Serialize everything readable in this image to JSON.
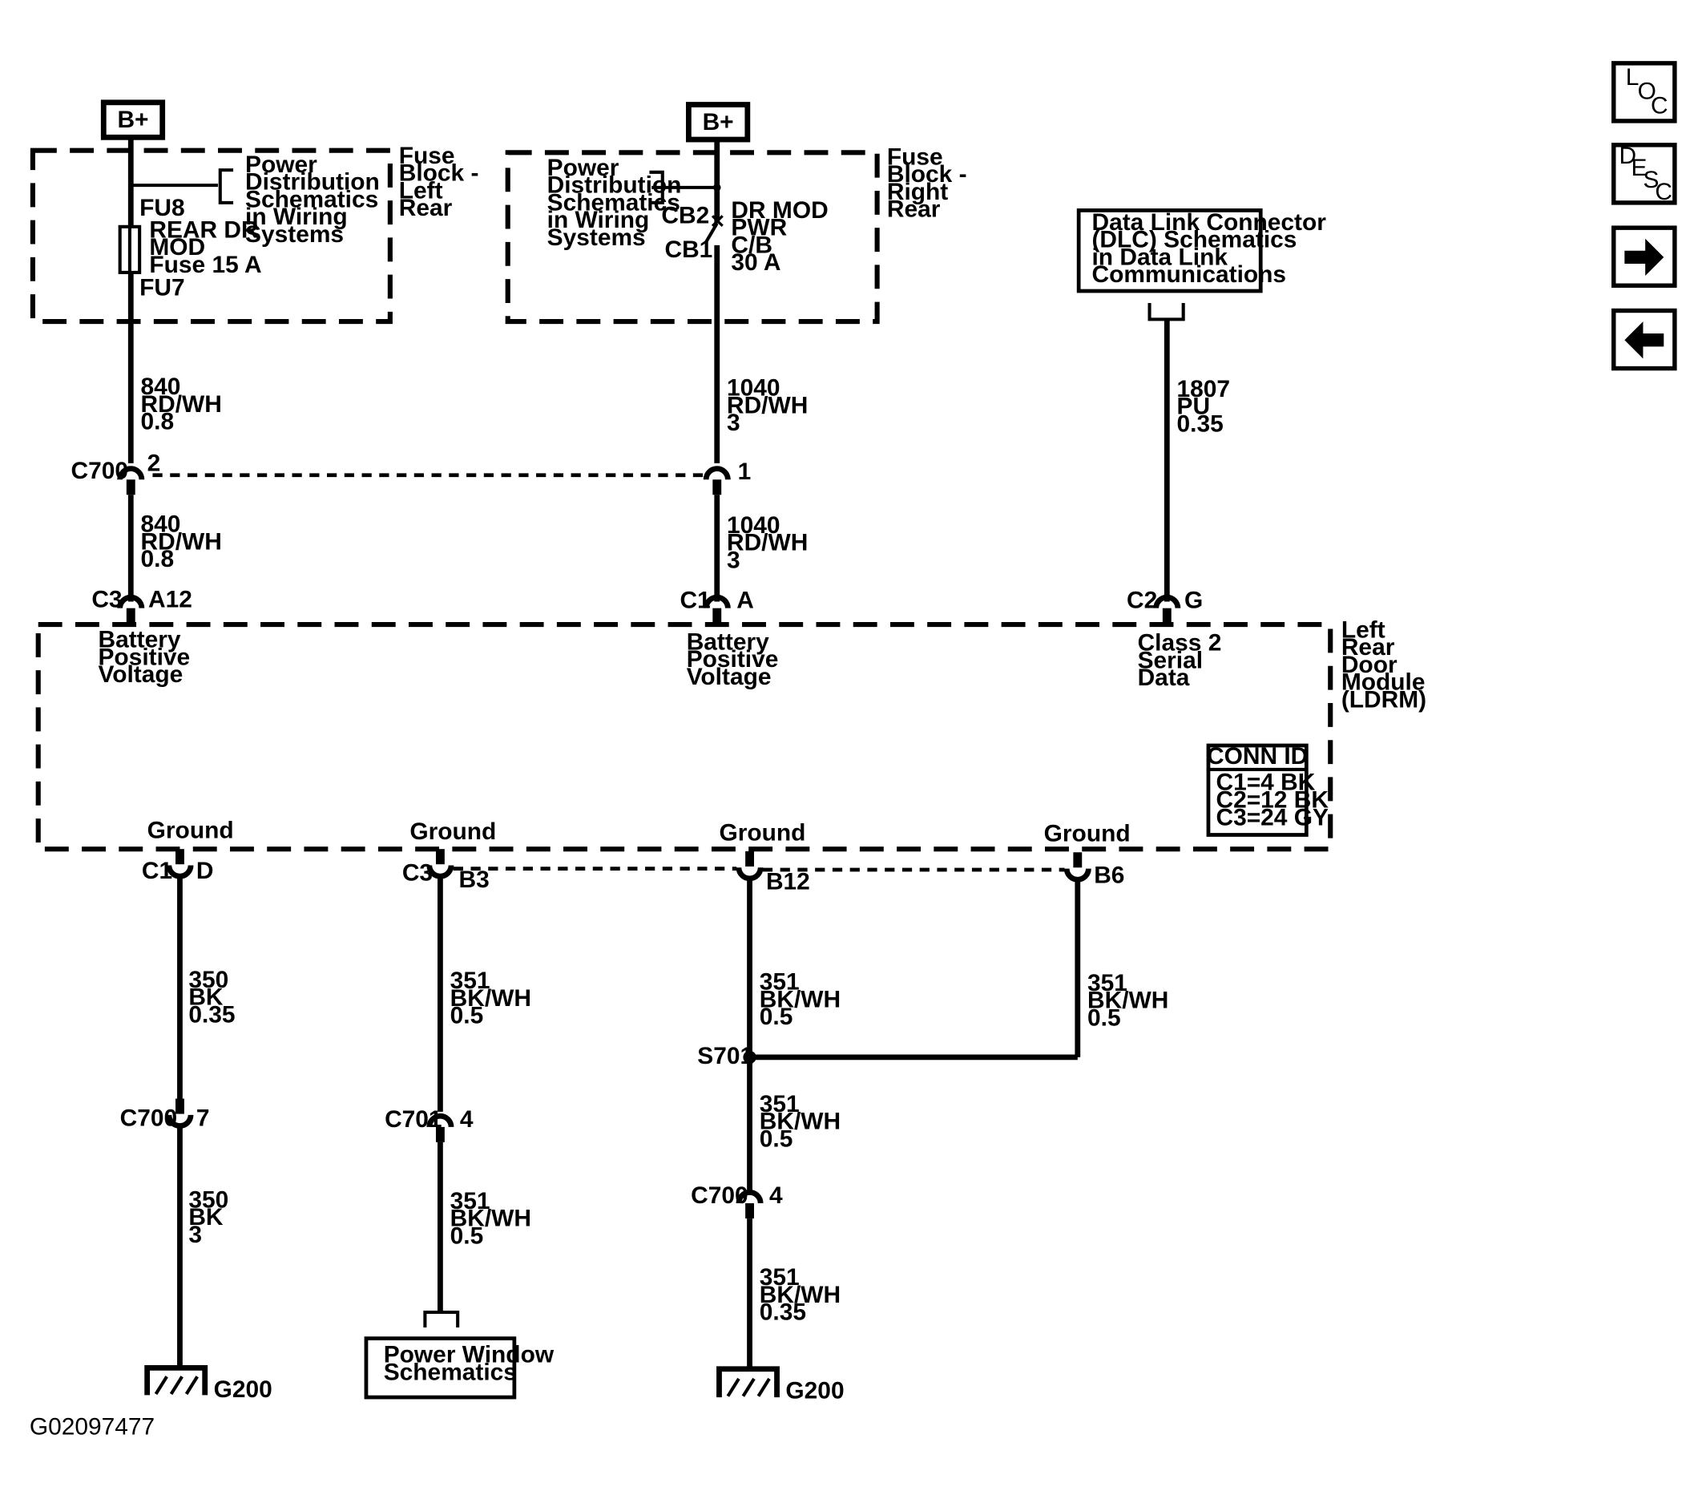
{
  "fuse_block_left": {
    "bplus": "B+",
    "name": [
      "Fuse",
      "Block -",
      "Left",
      "Rear"
    ],
    "ref": [
      "Power",
      "Distribution",
      "Schematics",
      "in Wiring",
      "Systems"
    ],
    "fuse_top": "FU8",
    "fuse_label": [
      "REAR DR",
      "MOD",
      "Fuse 15 A"
    ],
    "fuse_bottom": "FU7"
  },
  "fuse_block_right": {
    "bplus": "B+",
    "name": [
      "Fuse",
      "Block -",
      "Right",
      "Rear"
    ],
    "ref": [
      "Power",
      "Distribution",
      "Schematics",
      "in Wiring",
      "Systems"
    ],
    "cb_top": "CB2",
    "cb_bottom": "CB1",
    "cb_label": [
      "DR MOD",
      "PWR",
      "C/B",
      "30 A"
    ]
  },
  "dlc_box": [
    "Data Link Connector",
    "(DLC) Schematics",
    "in Data Link",
    "Communications"
  ],
  "wires": {
    "w840": [
      "840",
      "RD/WH",
      "0.8"
    ],
    "w1040": [
      "1040",
      "RD/WH",
      "3"
    ],
    "w1807": [
      "1807",
      "PU",
      "0.35"
    ],
    "w350a": [
      "350",
      "BK",
      "0.35"
    ],
    "w350b": [
      "350",
      "BK",
      "3"
    ],
    "w351a": [
      "351",
      "BK/WH",
      "0.5"
    ],
    "w351b": [
      "351",
      "BK/WH",
      "0.35"
    ]
  },
  "connectors": {
    "c700": "C700",
    "c701": "C701",
    "c1": "C1",
    "c2": "C2",
    "c3": "C3",
    "pin_2": "2",
    "pin_1": "1",
    "pin_a12": "A12",
    "pin_a": "A",
    "pin_g": "G",
    "pin_d": "D",
    "pin_b3": "B3",
    "pin_b12": "B12",
    "pin_b6": "B6",
    "pin_7": "7",
    "pin_4": "4"
  },
  "module": {
    "name": [
      "Left",
      "Rear",
      "Door",
      "Module",
      "(LDRM)"
    ],
    "battery_positive": [
      "Battery",
      "Positive",
      "Voltage"
    ],
    "class2": [
      "Class 2",
      "Serial",
      "Data"
    ],
    "ground": "Ground",
    "conn_id_title": "CONN ID",
    "conn_id": [
      "C1=4 BK",
      "C2=12 BK",
      "C3=24 GY"
    ]
  },
  "splice": "S701",
  "ground_id": "G200",
  "power_window": [
    "Power Window",
    "Schematics"
  ],
  "figure_id": "G02097477",
  "nav": {
    "loc": [
      "L",
      "O",
      "C"
    ],
    "desc": [
      "D",
      "E",
      "S",
      "C"
    ],
    "next_icon": "arrow-right",
    "prev_icon": "arrow-left"
  }
}
